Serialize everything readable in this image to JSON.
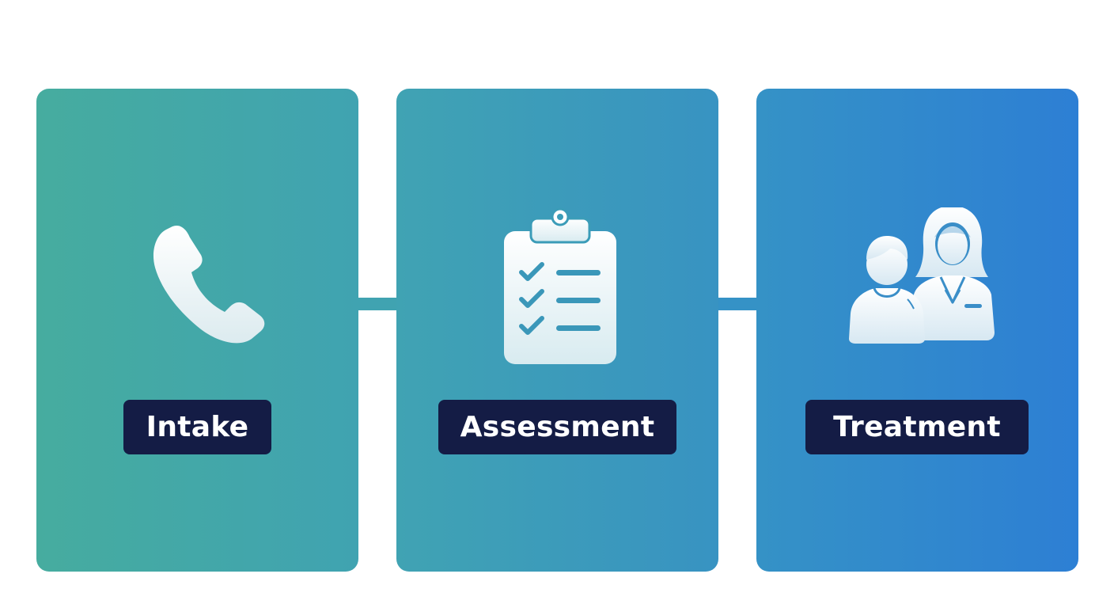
{
  "steps": [
    {
      "label": "Intake",
      "icon": "phone-icon"
    },
    {
      "label": "Assessment",
      "icon": "clipboard-checklist-icon"
    },
    {
      "label": "Treatment",
      "icon": "child-and-doctor-icon"
    }
  ],
  "connectors": [
    "arrow-right-icon",
    "arrow-right-icon"
  ],
  "colors": {
    "label_background": "#141c45",
    "label_text": "#ffffff",
    "icon_fill": "#eef6f8",
    "panel_gradient_start": "#46ac9f",
    "panel_gradient_end": "#2d7fd4"
  }
}
